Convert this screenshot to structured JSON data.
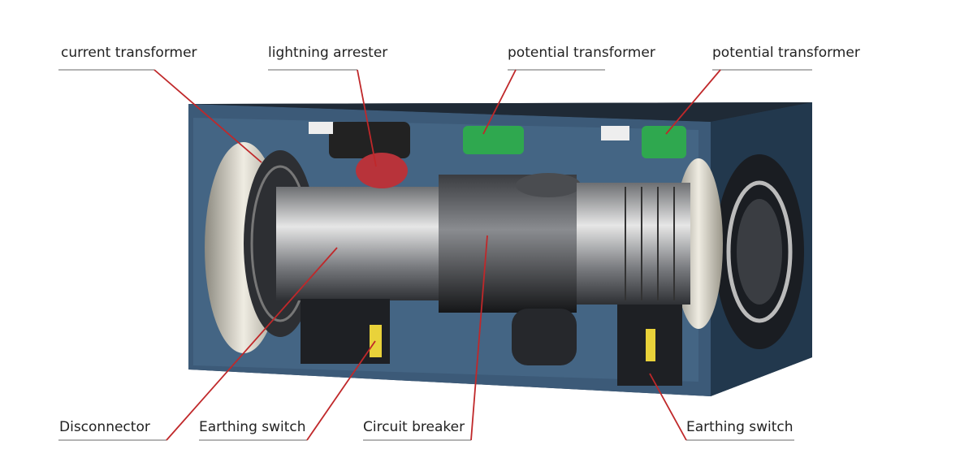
{
  "labels": {
    "current_transformer": "current transformer",
    "lightning_arrester": "lightning arrester",
    "potential_transformer_1": "potential transformer",
    "potential_transformer_2": "potential transformer",
    "disconnector": "Disconnector",
    "earthing_switch_1": "Earthing switch",
    "circuit_breaker": "Circuit breaker",
    "earthing_switch_2": "Earthing switch"
  },
  "colors": {
    "leader": "#c0282a",
    "underline": "#9a9a9a",
    "enclosure": "#2a3d52",
    "pt_green": "#2fa84f",
    "arrester_red": "#b8333a"
  }
}
